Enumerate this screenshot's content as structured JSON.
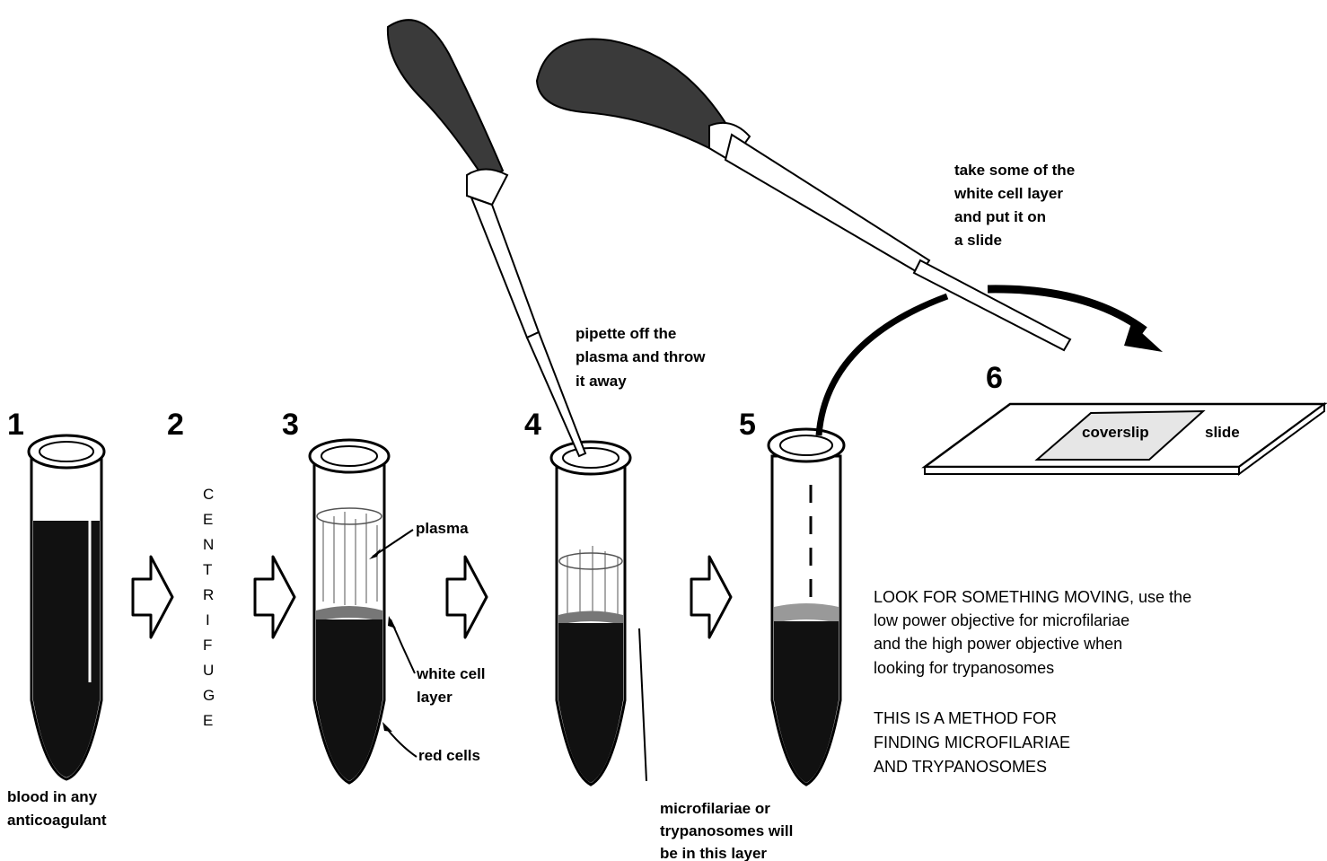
{
  "steps": {
    "s1": "1",
    "s2": "2",
    "s3": "3",
    "s4": "4",
    "s5": "5",
    "s6": "6"
  },
  "centrifuge_letters": [
    "C",
    "E",
    "N",
    "T",
    "R",
    "I",
    "F",
    "U",
    "G",
    "E"
  ],
  "labels": {
    "blood_line1": "blood in any",
    "blood_line2": "anticoagulant",
    "plasma": "plasma",
    "white_cell_line1": "white cell",
    "white_cell_line2": "layer",
    "red_cells": "red cells",
    "pipette_line1": "pipette off the",
    "pipette_line2": "plasma and throw",
    "pipette_line3": "it away",
    "micro_line1": "microfilariae or",
    "micro_line2": "trypanosomes will",
    "micro_line3": "be in this layer",
    "take_line1": "take some of the",
    "take_line2": "white cell layer",
    "take_line3": "and put it on",
    "take_line4": "a slide",
    "coverslip": "coverslip",
    "slide": "slide"
  },
  "instructions": {
    "look_line1_caps": "LOOK FOR SOMETHING MOVING",
    "look_line1_rest": ", use the",
    "look_line2": "low power objective for microfilariae",
    "look_line3": "and the high power objective when",
    "look_line4": "looking for trypanosomes",
    "method_line1": "THIS IS A METHOD FOR",
    "method_line2": "FINDING MICROFILARIAE",
    "method_line3": "AND TRYPANOSOMES"
  }
}
